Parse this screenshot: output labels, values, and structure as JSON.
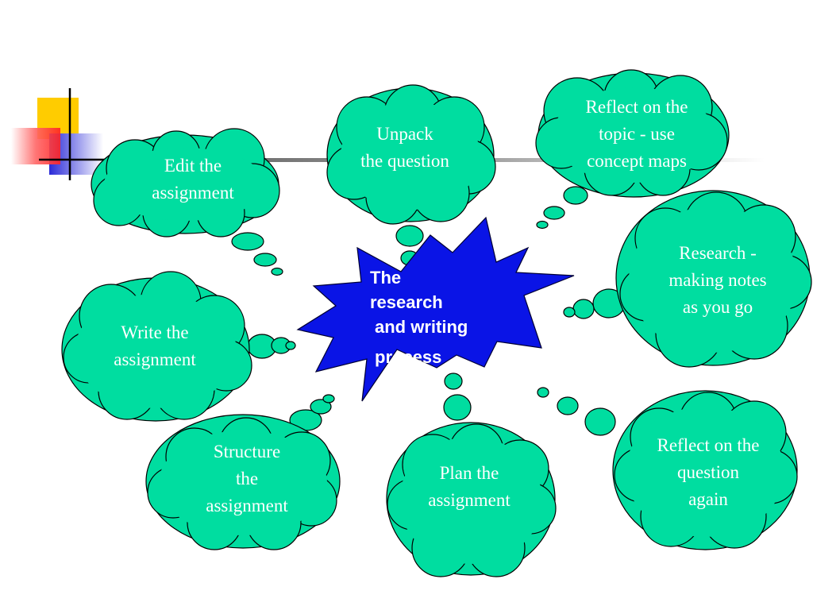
{
  "colors": {
    "cloud_fill": "#00dda0",
    "star_fill": "#0a14e6",
    "logo_yellow": "#ffcc00",
    "logo_red": "#ff3333",
    "logo_blue": "#2a2ad8"
  },
  "center": {
    "lines": [
      "The",
      "research",
      "and writing",
      "process"
    ]
  },
  "clouds": {
    "unpack": "Unpack\nthe question",
    "reflect_topic": "Reflect on the\ntopic - use\nconcept maps",
    "edit": "Edit the\nassignment",
    "research": "Research -\nmaking  notes\nas you go",
    "write": "Write the\nassignment",
    "reflect_question": "Reflect on the\nquestion\nagain",
    "structure": "Structure\nthe\nassignment",
    "plan": "Plan the\nassignment"
  }
}
